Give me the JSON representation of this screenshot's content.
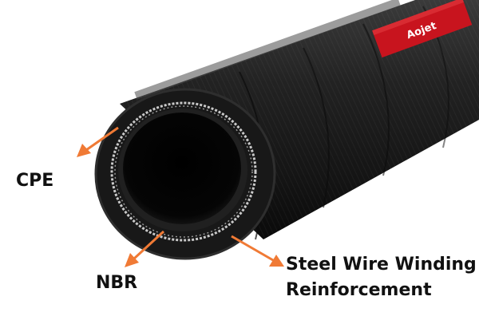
{
  "brand": {
    "logo_text": "Aojet",
    "label_color": "#c8141e"
  },
  "callouts": {
    "cpe": "CPE",
    "nbr": "NBR",
    "steel_line1": "Steel Wire Winding",
    "steel_line2": "Reinforcement"
  },
  "colors": {
    "arrow": "#f07a35",
    "hose_body": "#1c1c1c",
    "hose_highlight": "#3a3a3a",
    "wire": "#c9c9c9",
    "text": "#111111"
  }
}
